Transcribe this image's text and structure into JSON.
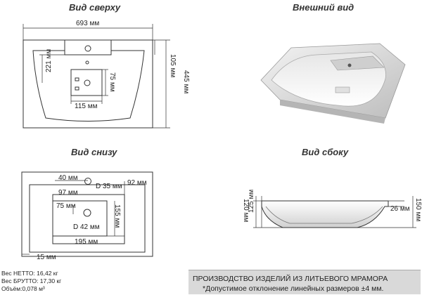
{
  "views": {
    "top": "Вид сверху",
    "exterior": "Внешний вид",
    "bottom": "Вид снизу",
    "side": "Вид сбоку"
  },
  "top_dims": {
    "width": "693 мм",
    "depth": "445 мм",
    "rear": "105 мм",
    "hole_offset": "221 мм",
    "plate_h": "75 мм",
    "plate_w": "115 мм"
  },
  "bottom_dims": {
    "d40": "40 мм",
    "d35": "D 35 мм",
    "d92": "92 мм",
    "d97": "97 мм",
    "d75": "75 мм",
    "d155": "155 мм",
    "d42": "D 42 мм",
    "d195": "195 мм",
    "d15": "15 мм"
  },
  "side_dims": {
    "d26": "26 мм",
    "d150": "150 мм",
    "d120": "120 мм",
    "d125": "125 мм"
  },
  "specs": {
    "net": "Вес НЕТТО: 16,42 кг",
    "gross": "Вес БРУТТО: 17,30 кг",
    "volume": "Объём:0,078 м³"
  },
  "footer": {
    "line1": "ПРОИЗВОДСТВО ИЗДЕЛИЙ ИЗ ЛИТЬЕВОГО МРАМОРА",
    "line2": "*Допустимое отклонение линейных размеров ±4 мм."
  },
  "colors": {
    "line": "#333333",
    "footer_bg": "#d9d9d9"
  }
}
